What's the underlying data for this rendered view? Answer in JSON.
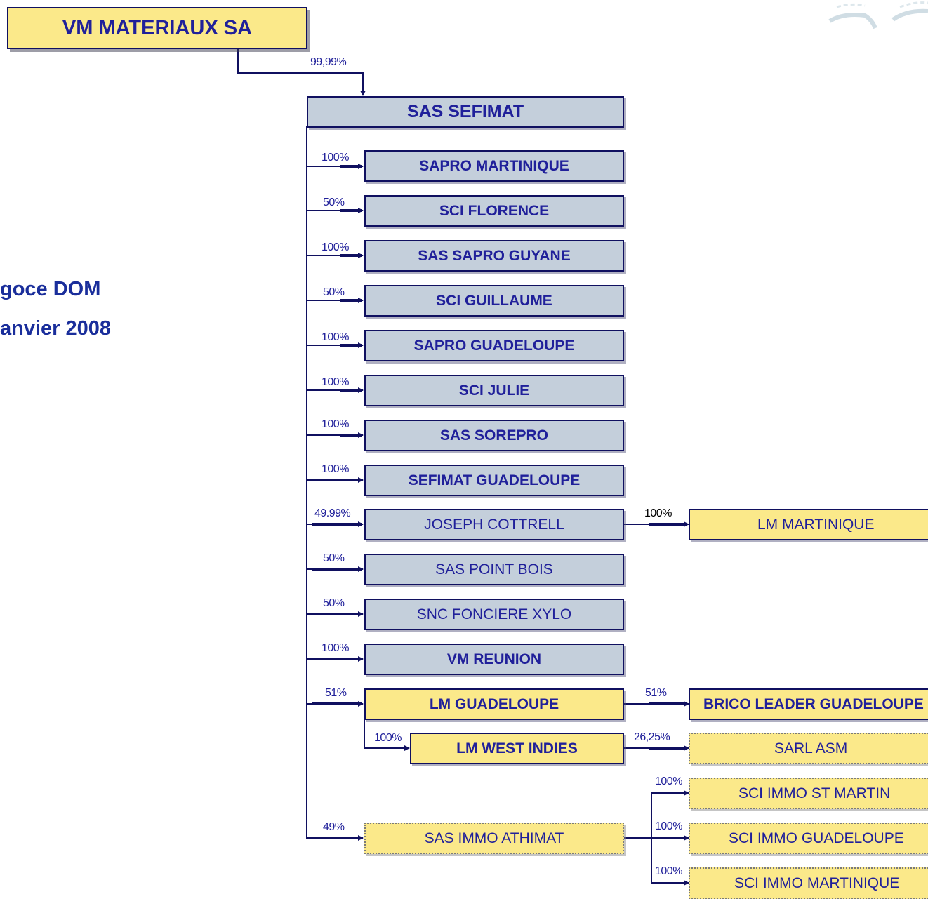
{
  "title_lines": [
    "goce DOM",
    "anvier 2008"
  ],
  "root": {
    "name": "VM MATERIAUX SA",
    "ownership": "99,99%"
  },
  "holding": {
    "name": "SAS SEFIMAT"
  },
  "subsidiaries": [
    {
      "name": "SAPRO MARTINIQUE",
      "ownership": "100%"
    },
    {
      "name": "SCI FLORENCE",
      "ownership": "50%"
    },
    {
      "name": "SAS SAPRO GUYANE",
      "ownership": "100%"
    },
    {
      "name": "SCI GUILLAUME",
      "ownership": "50%"
    },
    {
      "name": "SAPRO GUADELOUPE",
      "ownership": "100%"
    },
    {
      "name": "SCI JULIE",
      "ownership": "100%"
    },
    {
      "name": "SAS SOREPRO",
      "ownership": "100%"
    },
    {
      "name": "SEFIMAT GUADELOUPE",
      "ownership": "100%"
    },
    {
      "name": "JOSEPH COTTRELL",
      "ownership": "49.99%"
    },
    {
      "name": "SAS POINT BOIS",
      "ownership": "50%"
    },
    {
      "name": "SNC FONCIERE XYLO",
      "ownership": "50%"
    },
    {
      "name": "VM REUNION",
      "ownership": "100%"
    },
    {
      "name": "LM GUADELOUPE",
      "ownership": "51%"
    },
    {
      "name": "SAS IMMO ATHIMAT",
      "ownership": "49%"
    }
  ],
  "second_level": {
    "lm_martinique": {
      "name": "LM MARTINIQUE",
      "ownership": "100%",
      "parent": "JOSEPH COTTRELL"
    },
    "brico_leader": {
      "name": "BRICO LEADER GUADELOUPE",
      "ownership": "51%",
      "parent": "LM GUADELOUPE"
    },
    "lm_west_indies": {
      "name": "LM WEST INDIES",
      "ownership": "100%",
      "parent": "LM GUADELOUPE"
    },
    "sarl_asm": {
      "name": "SARL ASM",
      "ownership": "26,25%",
      "parent": "LM WEST INDIES"
    },
    "sci_immo_st_martin": {
      "name": "SCI IMMO ST MARTIN",
      "ownership": "100%",
      "parent": "SAS IMMO ATHIMAT"
    },
    "sci_immo_guadeloupe": {
      "name": "SCI IMMO GUADELOUPE",
      "ownership": "100%",
      "parent": "SAS IMMO ATHIMAT"
    },
    "sci_immo_martinique": {
      "name": "SCI IMMO MARTINIQUE",
      "ownership": "100%",
      "parent": "SAS IMMO ATHIMAT"
    }
  },
  "colors": {
    "line": "#101060",
    "text": "#20209a",
    "box_blue": "#c4cfdb",
    "box_yellow": "#fbe98a"
  }
}
